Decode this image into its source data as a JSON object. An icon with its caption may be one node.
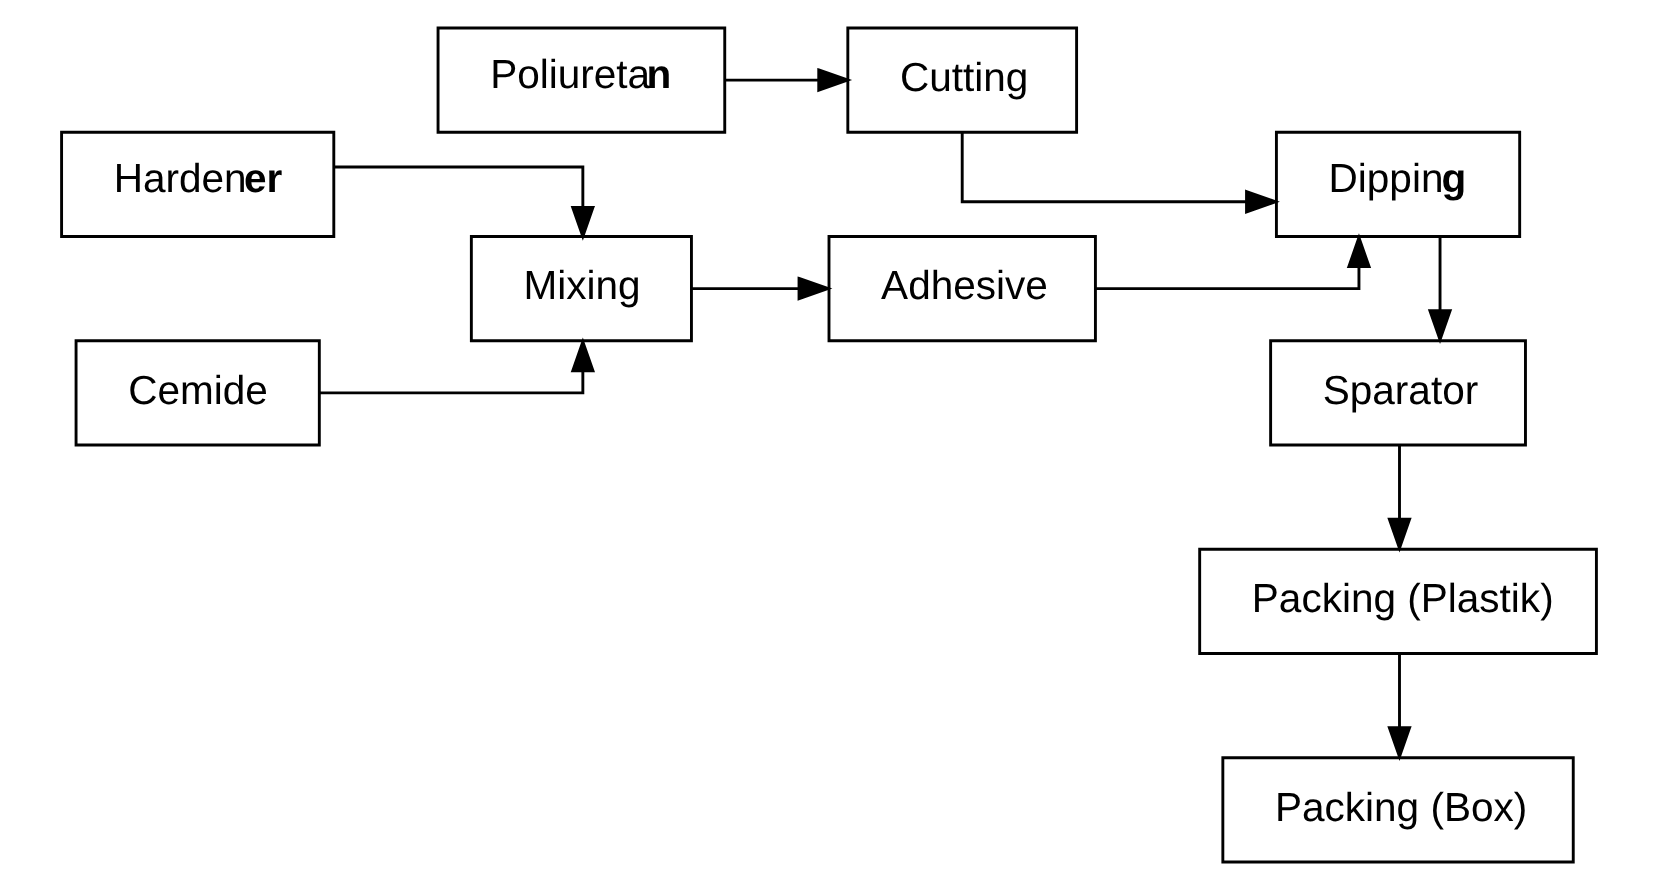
{
  "diagram": {
    "nodes": [
      {
        "text": [
          "Poliureta**n**"
        ]
      },
      {
        "text": [
          "Cutting"
        ]
      },
      {
        "text": [
          "Harden**er**"
        ]
      },
      {
        "text": [
          "Cemide"
        ]
      },
      {
        "text": [
          "Mixing"
        ]
      },
      {
        "text": [
          "Adhesive"
        ]
      },
      {
        "text": [
          "Dippin**g**"
        ]
      },
      {
        "text": [
          "Sparator"
        ]
      },
      {
        "text": [
          "Packing (Plastik)"
        ]
      },
      {
        "text": [
          "Packing (Box)"
        ]
      }
    ],
    "edges": [
      {
        "from": 0,
        "to": 1,
        "arrow": "to"
      },
      {
        "from": 2,
        "to": 4,
        "arrow": "to"
      },
      {
        "from": 3,
        "to": 4,
        "arrow": "to"
      },
      {
        "from": 4,
        "to": 5,
        "arrow": "to"
      },
      {
        "from": 1,
        "to": 6,
        "arrow": "to"
      },
      {
        "from": 5,
        "to": 6,
        "arrow": "to"
      },
      {
        "from": 6,
        "to": 7,
        "arrow": "to"
      },
      {
        "from": 7,
        "to": 8,
        "arrow": "to"
      },
      {
        "from": 8,
        "to": 9,
        "arrow": "to"
      }
    ]
  }
}
